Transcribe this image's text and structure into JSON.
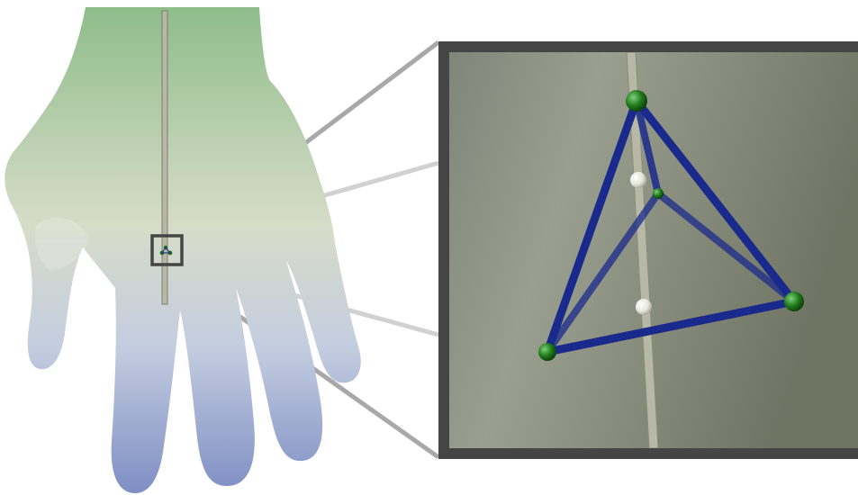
{
  "figure": {
    "hand": {
      "gradient_colors": [
        "#8fbd8a",
        "#d7dcc9",
        "#c4cde0",
        "#7f8fc4"
      ],
      "rod_color": "#b7b8a6"
    },
    "zoom_view": {
      "frame_color": "#454545",
      "background_colors": [
        "#7f867a",
        "#9a9f8f",
        "#6f7463"
      ],
      "tetrahedron": {
        "edge_color": "#1a2a8c",
        "vertex_color": "#1f7a1a",
        "vertex_count": 4,
        "edge_count": 6
      },
      "intersection_points": {
        "color": "#e6e6dc",
        "count": 2
      }
    },
    "connector_color": "#9a9a9a"
  }
}
